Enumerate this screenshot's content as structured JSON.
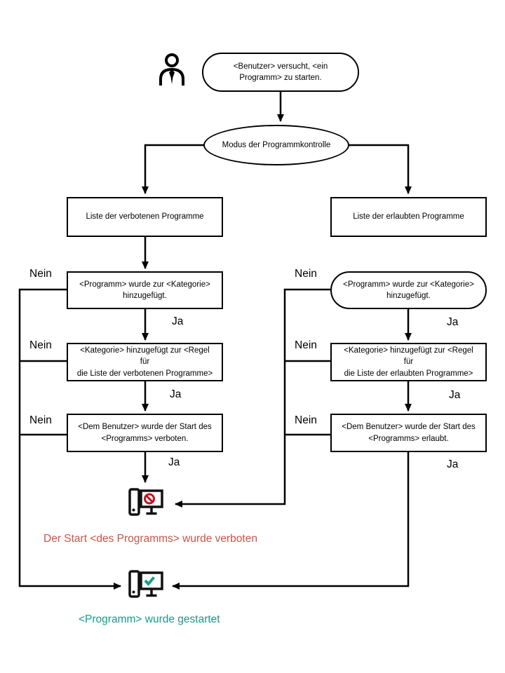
{
  "labels": {
    "yes": "Ja",
    "no": "Nein"
  },
  "start": {
    "lines": [
      "<Benutzer> versucht, <ein",
      "Programm> zu starten."
    ]
  },
  "mode": {
    "label": "Modus der Programmkontrolle"
  },
  "left": {
    "list_label": "Liste der verbotenen Programme",
    "steps": [
      {
        "lines": [
          "<Programm> wurde zur <Kategorie>",
          "hinzugefügt."
        ]
      },
      {
        "lines": [
          "<Kategorie> hinzugefügt zur <Regel für",
          "die Liste der verbotenen Programme>"
        ]
      },
      {
        "lines": [
          "<Dem Benutzer> wurde der Start des",
          "<Programms> verboten."
        ]
      }
    ]
  },
  "right": {
    "list_label": "Liste der erlaubten Programme",
    "steps": [
      {
        "lines": [
          "<Programm> wurde zur <Kategorie>",
          "hinzugefügt."
        ]
      },
      {
        "lines": [
          "<Kategorie> hinzugefügt zur <Regel für",
          "die Liste der erlaubten Programme>"
        ]
      },
      {
        "lines": [
          "<Dem Benutzer> wurde der Start des",
          "<Programms> erlaubt."
        ]
      }
    ]
  },
  "outcomes": {
    "blocked": {
      "label": "Der Start <des Programms> wurde verboten",
      "color": "#c9544a"
    },
    "started": {
      "label": "<Programm> wurde gestartet",
      "color": "#0f9d8c"
    }
  },
  "icons": {
    "actor": "person-icon",
    "blocked": "computer-blocked-icon",
    "started": "computer-started-icon"
  },
  "colors": {
    "line": "#000000",
    "blocked_mark": "#c41425",
    "check_mark": "#14a08b"
  }
}
